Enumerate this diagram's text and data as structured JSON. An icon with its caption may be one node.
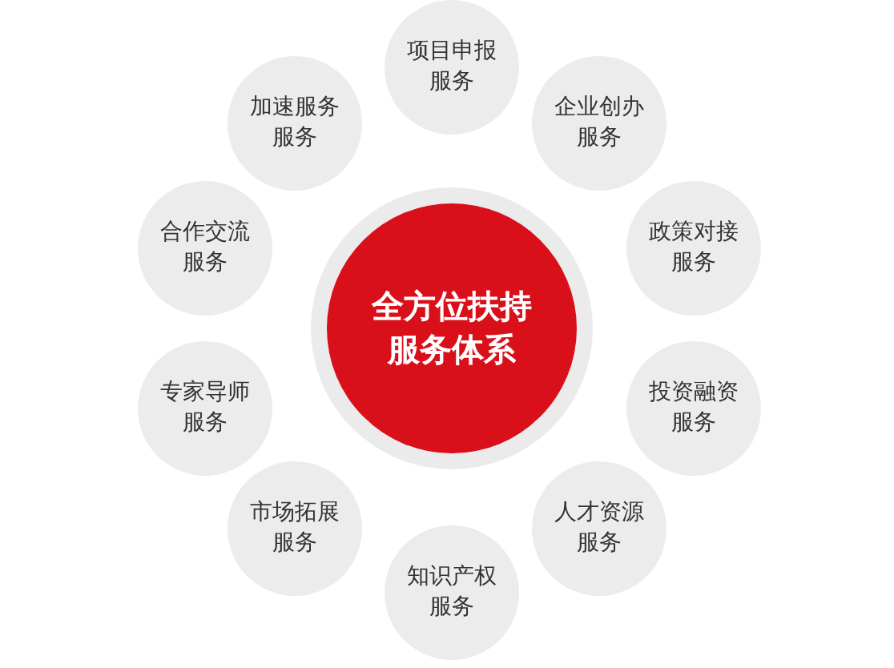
{
  "diagram": {
    "nodes": [
      {
        "text": [
          "全方位扶持服务体系"
        ]
      },
      {
        "text": [
          "项目申报服务"
        ]
      },
      {
        "text": [
          "企业创办服务"
        ]
      },
      {
        "text": [
          "政策对接服务"
        ]
      },
      {
        "text": [
          "投资融资服务"
        ]
      },
      {
        "text": [
          "人才资源服务"
        ]
      },
      {
        "text": [
          "知识产权服务"
        ]
      },
      {
        "text": [
          "市场拓展服务"
        ]
      },
      {
        "text": [
          "专家导师服务"
        ]
      },
      {
        "text": [
          "合作交流服务"
        ]
      },
      {
        "text": [
          "加速服务服务"
        ]
      }
    ]
  }
}
